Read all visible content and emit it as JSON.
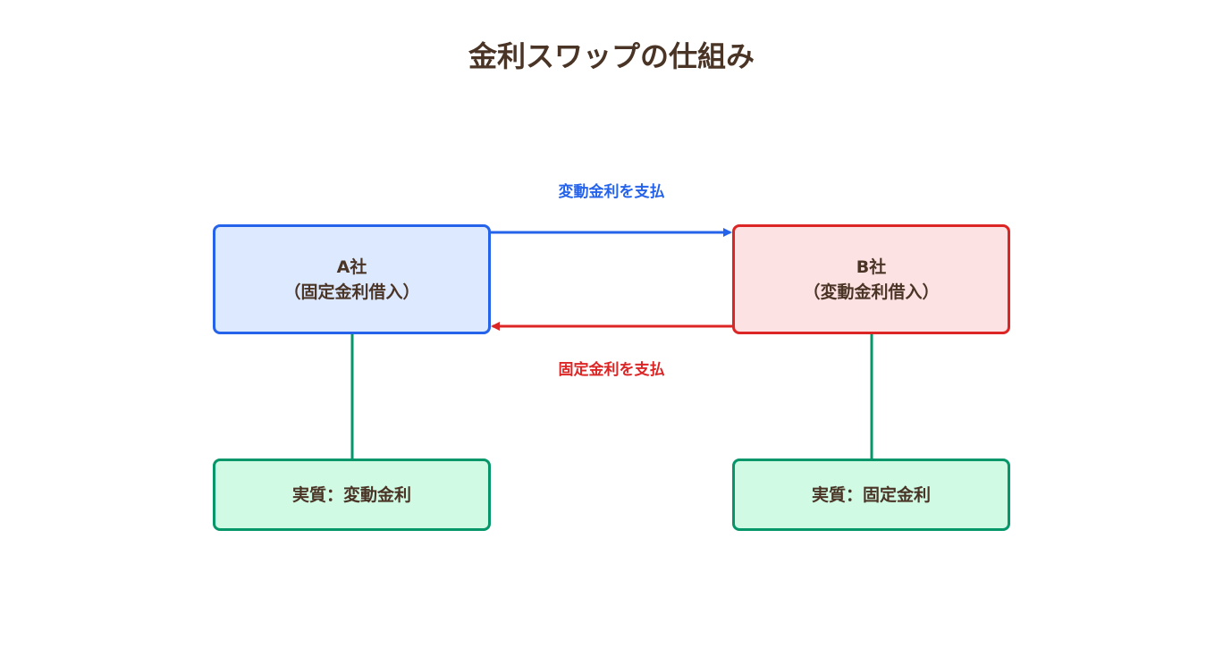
{
  "title": "金利スワップの仕組み",
  "company_a": {
    "name": "A社",
    "detail": "（固定金利借入）"
  },
  "company_b": {
    "name": "B社",
    "detail": "（変動金利借入）"
  },
  "flows": {
    "a_to_b": "変動金利を支払",
    "b_to_a": "固定金利を支払"
  },
  "results": {
    "a": "実質：変動金利",
    "b": "実質：固定金利"
  },
  "colors": {
    "blue": "#2563eb",
    "red": "#dc2626",
    "green": "#059669",
    "text": "#4a3426"
  }
}
